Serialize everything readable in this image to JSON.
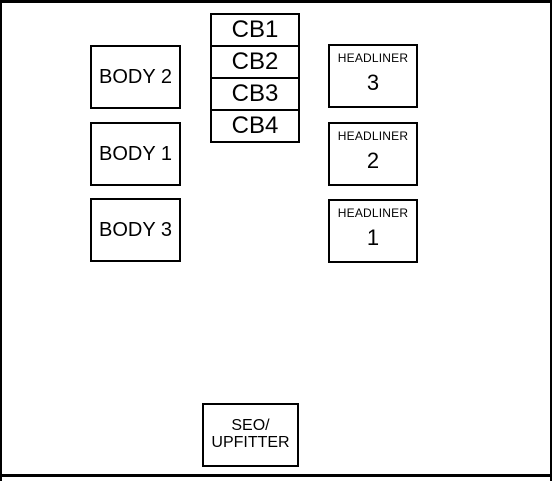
{
  "body_fuses": {
    "body2": "BODY 2",
    "body1": "BODY 1",
    "body3": "BODY 3"
  },
  "circuit_breakers": [
    "CB1",
    "CB2",
    "CB3",
    "CB4"
  ],
  "headliner": {
    "label": "HEADLINER",
    "hl3_num": "3",
    "hl2_num": "2",
    "hl1_num": "1"
  },
  "seo": {
    "line1": "SEO/",
    "line2": "UPFITTER"
  }
}
